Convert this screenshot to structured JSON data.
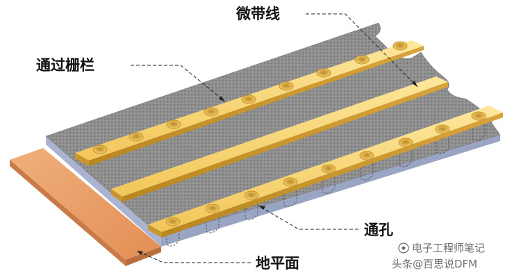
{
  "labels": {
    "microstrip": "微带线",
    "via_fence": "通过栅栏",
    "via_hole": "通孔",
    "ground_plane": "地平面"
  },
  "watermark": {
    "line1": "电子工程师笔记",
    "line2": "头条@百思说DFM"
  },
  "colors": {
    "ground_copper": "#e69a66",
    "dielectric_side": "#9aa5c4",
    "substrate_top": "#8c8c8c",
    "gold_trace": "#f5cf6a",
    "leader_line": "#222222"
  }
}
